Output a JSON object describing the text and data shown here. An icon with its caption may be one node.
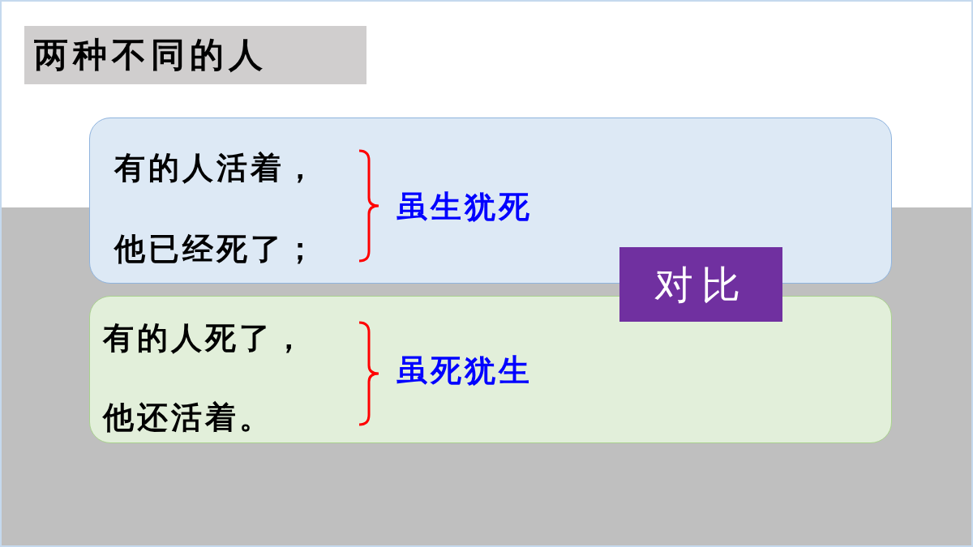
{
  "diagram": {
    "title": "两种不同的人",
    "nodes": [
      {
        "text": [
          "有的人活着，",
          "他已经死了；",
          "虽生犹死"
        ]
      },
      {
        "text": [
          "有的人死了，",
          "他还活着。",
          "虽死犹生"
        ]
      },
      {
        "text": [
          "对比"
        ]
      }
    ],
    "edges": []
  }
}
